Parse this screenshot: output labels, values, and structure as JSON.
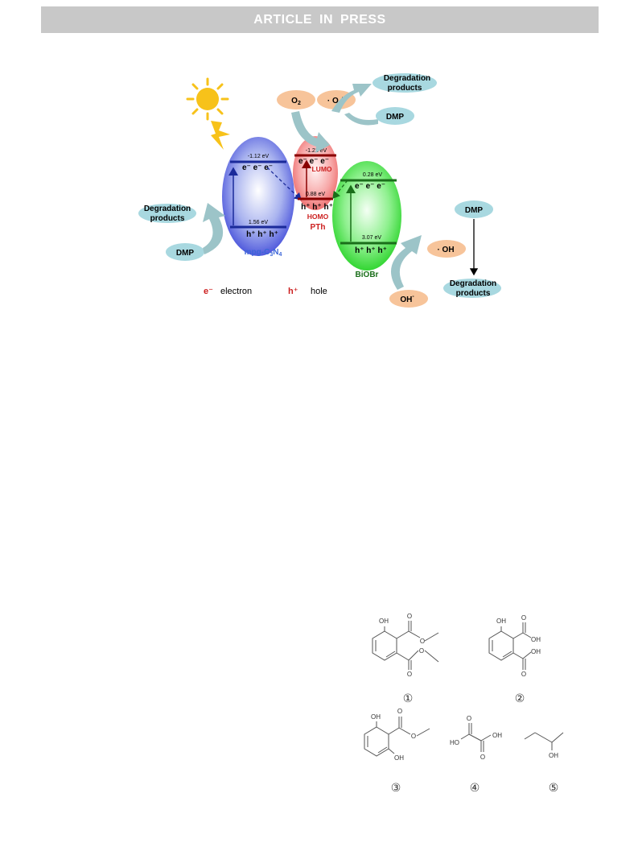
{
  "header": {
    "banner": "ARTICLE IN PRESS"
  },
  "scheme": {
    "mpg": {
      "lumo": "-1.12 eV",
      "homo": "1.56 eV",
      "electrons": "e⁻ e⁻ e⁻",
      "holes": "h⁺ h⁺ h⁺",
      "label_main": "mpg-C",
      "label_sub1": "3",
      "label_mid": "N",
      "label_sub2": "4",
      "color": "#3c66d8"
    },
    "pth": {
      "lumo": "-1.22 eV",
      "lumo_label": "LUMO",
      "homo": "0.88 eV",
      "homo_label": "HOMO",
      "electrons": "e⁻ e⁻ e⁻",
      "holes": "h⁺ h⁺ h⁺",
      "label": "PTh",
      "color": "#cc1f1f"
    },
    "biobr": {
      "cb": "0.28 eV",
      "vb": "3.07 eV",
      "electrons": "e⁻ e⁻ e⁻",
      "holes": "h⁺ h⁺ h⁺",
      "label": "BiOBr",
      "color": "#1a6e1a"
    },
    "species": {
      "o2": "O",
      "o2_sub": "2",
      "o2_radical": "· O",
      "o2_radical_sub": "2",
      "o2_radical_sup": "-",
      "oh_radical": "· OH",
      "oh_minus": "OH",
      "oh_minus_sup": "-"
    },
    "dmp": "DMP",
    "degradation_line1": "Degradation",
    "degradation_line2": "products",
    "legend": {
      "electron_symbol": "e⁻",
      "electron_label": "electron",
      "hole_symbol": "h⁺",
      "hole_label": "hole"
    },
    "colors": {
      "pill_blue": "#a8d8e0",
      "pill_orange": "#f7c49a",
      "arrow_teal": "#9cc4c8",
      "sun": "#f7c21a"
    }
  },
  "structures": {
    "labels": [
      "①",
      "②",
      "③",
      "④",
      "⑤"
    ],
    "oh": "OH",
    "o": "O",
    "ho": "HO"
  }
}
